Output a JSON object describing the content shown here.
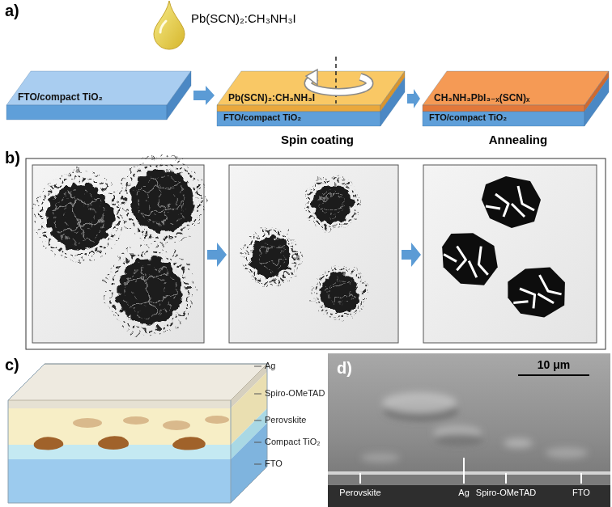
{
  "diagram": {
    "nodes": [
      {
        "text": [
          "FTO/compact TiO₂"
        ]
      },
      {
        "text": [
          "Pb(SCN)₂:CH₃NH₃I"
        ]
      },
      {
        "text": [
          "FTO/compact TiO₂"
        ]
      },
      {
        "text": [
          "CH₃NH₃PbI₃₋ₓ(SCN)ₓ"
        ]
      },
      {
        "text": [
          "FTO/compact TiO₂"
        ]
      }
    ],
    "edges": [
      {
        "from": 0,
        "to": 2,
        "arrow": "to"
      },
      {
        "from": 2,
        "to": 4,
        "arrow": "to"
      }
    ],
    "labels": [
      "a)",
      "Pb(SCN)₂:CH₃NH₃I",
      "Spin coating",
      "Annealing",
      "b)",
      "c)",
      "Ag",
      "Spiro-OMeTAD",
      "Perovskite",
      "Compact TiO₂",
      "FTO",
      "d)",
      "10 μm",
      "Perovskite",
      "Ag",
      "Spiro-OMeTAD",
      "FTO"
    ]
  }
}
